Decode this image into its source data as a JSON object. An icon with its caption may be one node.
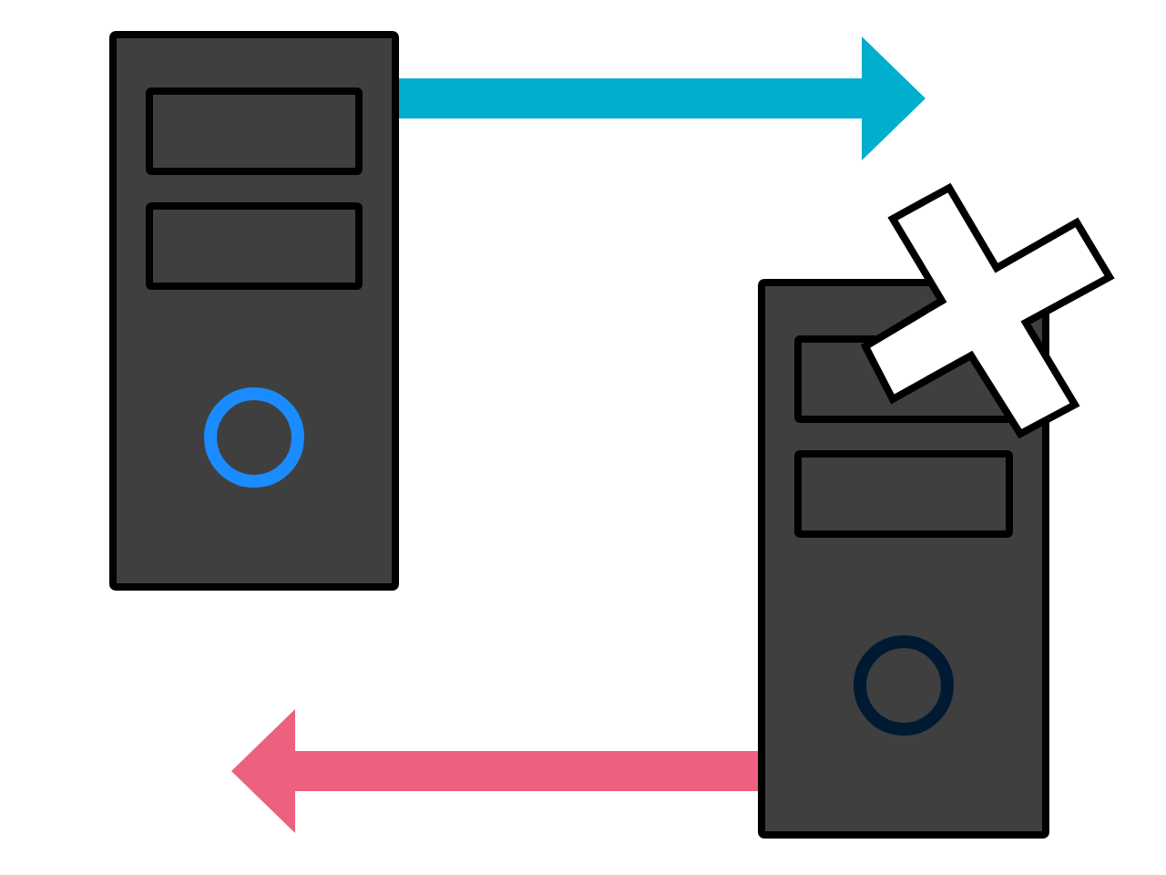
{
  "diagram": {
    "nodes": [
      {
        "text": [],
        "shape": "picture"
      },
      {
        "text": [],
        "shape": "picture"
      }
    ],
    "edges": [
      {
        "from": 0,
        "to": 1,
        "arrow": "to",
        "color": "#00aecd"
      },
      {
        "from": 1,
        "to": null,
        "arrow": "to",
        "color": "#ec6080"
      }
    ]
  }
}
